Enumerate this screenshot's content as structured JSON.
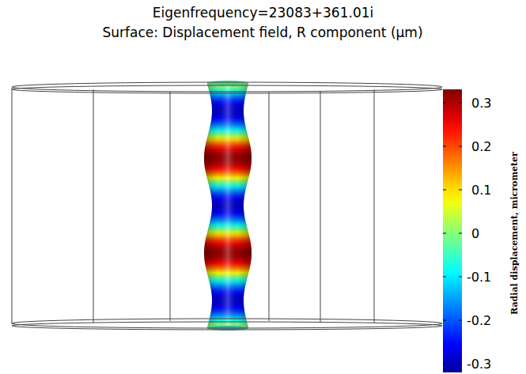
{
  "diagram": {
    "title": "Eigenfrequency=23083+361.01i",
    "labels": [
      "Surface: Displacement field, R component (μm)",
      "0.3",
      "0.2",
      "0.1",
      "0",
      "-0.1",
      "-0.2",
      "-0.3",
      "Radial displacement, micrometer"
    ]
  }
}
